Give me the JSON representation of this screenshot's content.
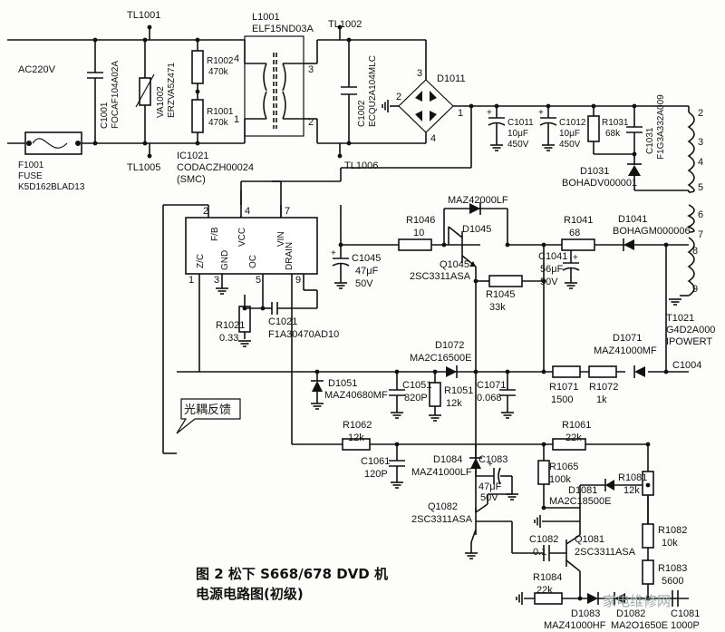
{
  "figure": {
    "caption_line1": "图 2   松下 S668/678  DVD 机",
    "caption_line2": "电源电路图(初级)",
    "watermark": "家电维修网"
  },
  "labels": {
    "ac": "AC220V",
    "tl1001": "TL1001",
    "tl1002": "TL1002",
    "tl1005": "TL1005",
    "tl1006": "TL1006",
    "l1001": "L1001",
    "l1001_part": "ELF15ND03A",
    "c1001": "C1001",
    "c1001_part": "FOCAF104A02A",
    "va1002": "VA1002",
    "va1002_part": "ERZVA5Z471",
    "r1002": "R1002",
    "r1002_val": "470k",
    "r1001": "R1001",
    "r1001_val": "470k",
    "c1002": "C1002",
    "c1002_part": "ECQU2A104MLC",
    "d1011": "D1011",
    "c1011": "C1011",
    "c1011_cap": "10μF",
    "c1011_volt": "450V",
    "c1012": "C1012",
    "c1012_cap": "10μF",
    "c1012_volt": "450V",
    "r1031": "R1031",
    "r1031_val": "68k",
    "c1031": "C1031",
    "c1031_part": "F1G3A332A009",
    "d1031": "D1031",
    "d1031_part": "BOHADV000001",
    "f1001": "F1001",
    "fuse": "FUSE",
    "f1001_part": "K5D162BLAD13",
    "ic1021": "IC1021",
    "ic1021_part": "CODACZH00024",
    "ic1021_type": "(SMC)",
    "ic_pin_fb": "F/B",
    "ic_pin_vcc": "VCC",
    "ic_pin_vin": "VIN",
    "ic_pin_zc": "Z/C",
    "ic_pin_gnd": "GND",
    "ic_pin_oc": "OC",
    "ic_pin_drain": "DRAIN",
    "maz42000lf": "MAZ42000LF",
    "r1046": "R1046",
    "r1046_val": "10",
    "d1045": "D1045",
    "r1041": "R1041",
    "r1041_val": "68",
    "d1041": "D1041",
    "d1041_part": "BOHAGM000006",
    "c1045": "C1045",
    "c1045_cap": "47μF",
    "c1045_volt": "50V",
    "q1045": "Q1045",
    "q1045_part": "2SC3311ASA",
    "c1041": "C1041",
    "c1041_cap": "56μF",
    "c1041_volt": "50V",
    "r1045": "R1045",
    "r1045_val": "33k",
    "t1021": "T1021",
    "t1021_part": "G4D2A000",
    "t1021_type": "IPOWERT",
    "r1021": "R1021",
    "r1021_val": "0.33",
    "c1021": "C1021",
    "c1021_part": "F1A30470AD10",
    "d1072": "D1072",
    "d1072_part": "MA2C16500E",
    "d1071": "D1071",
    "d1071_part": "MAZ41000MF",
    "c1004": "C1004",
    "d1051": "D1051",
    "d1051_part": "MAZ40680MF",
    "c1051": "C1051",
    "c1051_val": "820P",
    "r1051": "R1051",
    "r1051_val": "12k",
    "c1071": "C1071",
    "c1071_val": "0.068",
    "r1071": "R1071",
    "r1071_val": "1500",
    "r1072": "R1072",
    "r1072_val": "1k",
    "optocoupler": "光耦反馈",
    "r1062": "R1062",
    "r1062_val": "12k",
    "r1061": "R1061",
    "r1061_val": "22k",
    "c1061": "C1061",
    "c1061_val": "120P",
    "d1084": "D1084",
    "d1084_part": "MAZ41000LF",
    "c1083": "C1083",
    "c1083_cap": "47μF",
    "c1083_volt": "50V",
    "r1065": "R1065",
    "r1065_val": "100k",
    "d1081": "D1081",
    "d1081_part": "MA2C18500E",
    "r1081": "R1081",
    "r1081_val": "12k",
    "q1082": "Q1082",
    "q1082_part": "2SC3311ASA",
    "c1082": "C1082",
    "c1082_val": "0.1",
    "q1081": "Q1081",
    "q1081_part": "2SC3311ASA",
    "r1082": "R1082",
    "r1082_val": "10k",
    "r1083": "R1083",
    "r1083_val": "5600",
    "r1084": "R1084",
    "r1084_val": "22k",
    "d1083": "D1083",
    "d1083_part": "MAZ41000HF",
    "d1082": "D1082",
    "d1082_part": "MA2O1650E",
    "c1081": "C1081",
    "c1081_val": "1000P"
  },
  "pins": {
    "l_4": "4",
    "l_1": "1",
    "l_3": "3",
    "l_2": "2",
    "br_3": "3",
    "br_2": "2",
    "br_1": "1",
    "br_4": "4",
    "ic_2": "2",
    "ic_4": "4",
    "ic_7": "7",
    "ic_1": "1",
    "ic_3": "3",
    "ic_5": "5",
    "ic_9": "9",
    "t_2": "2",
    "t_3": "3",
    "t_4": "4",
    "t_5": "5",
    "t_6": "6",
    "t_7": "7",
    "t_8": "8",
    "t_9": "9"
  }
}
